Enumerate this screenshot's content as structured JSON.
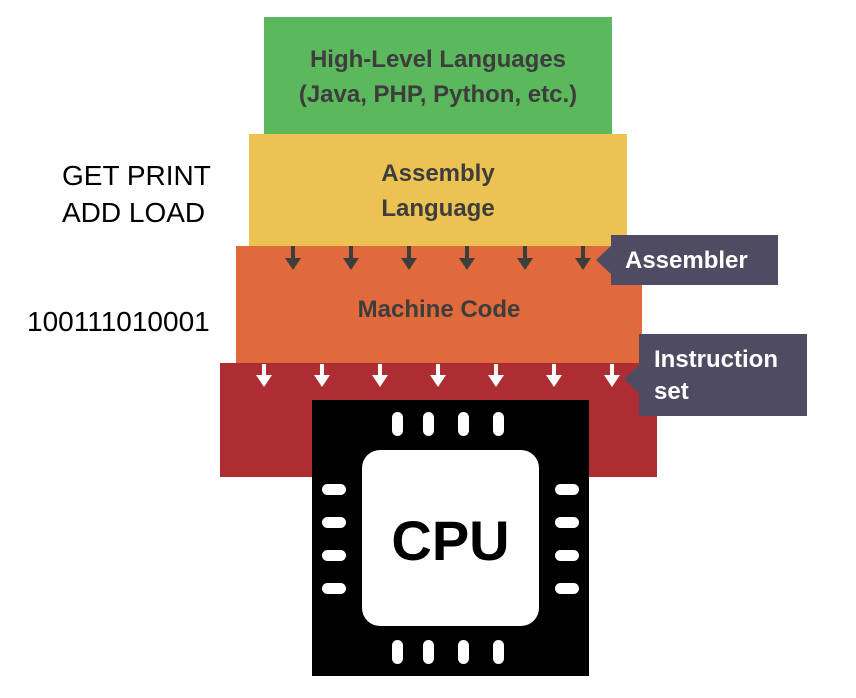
{
  "layers": {
    "high_level": {
      "line1": "High-Level Languages",
      "line2": "(Java, PHP, Python, etc.)",
      "color": "#5cb85c"
    },
    "assembly": {
      "line1": "Assembly",
      "line2": "Language",
      "color": "#ecc352"
    },
    "machine": {
      "line1": "Machine Code",
      "color": "#e06a3b"
    },
    "instruction": {
      "color": "#ad2d33"
    }
  },
  "side_labels": {
    "assembly_example_line1": "GET PRINT",
    "assembly_example_line2": "ADD LOAD",
    "machine_example": "100111010001"
  },
  "callouts": {
    "assembler": "Assembler",
    "instruction_set_line1": "Instruction",
    "instruction_set_line2": "set",
    "color": "#4f4b63"
  },
  "cpu": {
    "label": "CPU",
    "icon": "cpu-chip-icon"
  }
}
